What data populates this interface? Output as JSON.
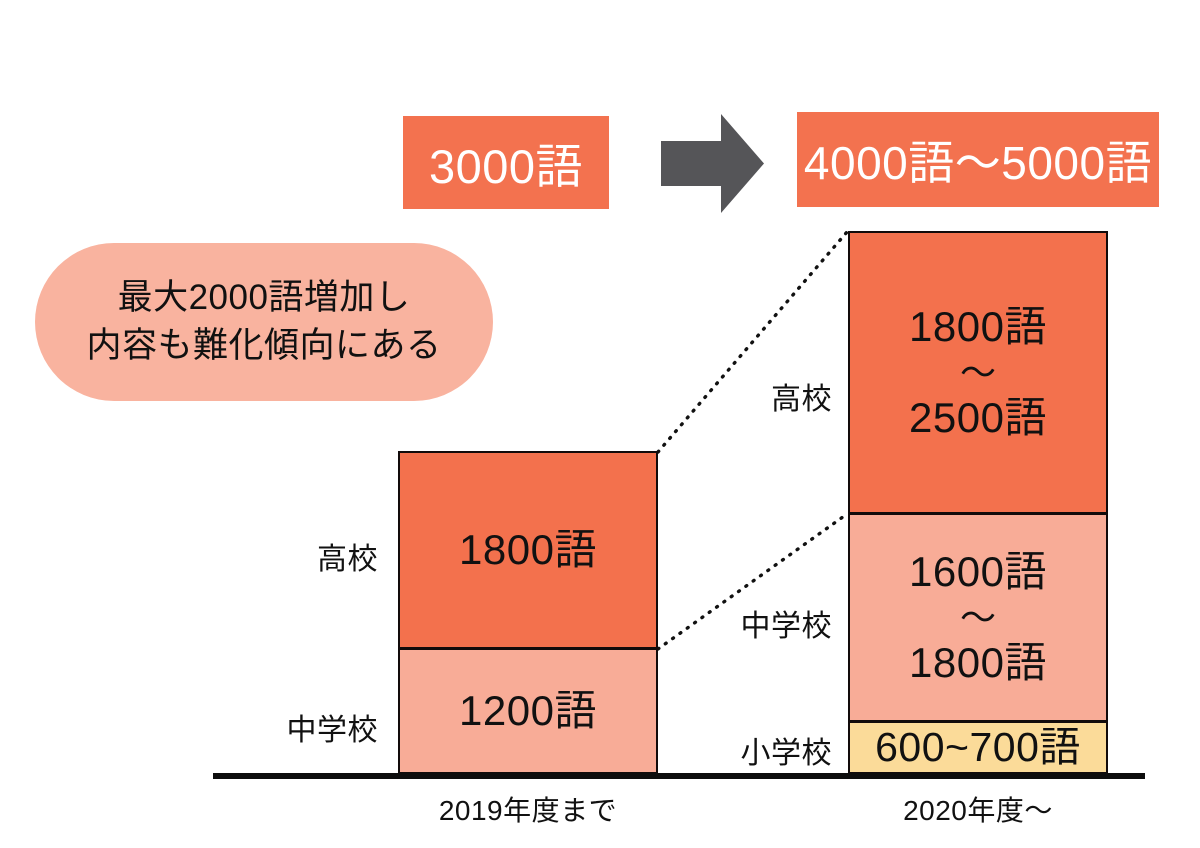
{
  "totals": {
    "before": {
      "label": "3000語",
      "color": "#F3724F"
    },
    "after": {
      "label": "4000語～5000語",
      "color": "#F3724F"
    },
    "arrow_icon": "arrow-right-icon",
    "arrow_color": "#555558"
  },
  "callout": {
    "line1": "最大2000語増加し",
    "line2": "内容も難化傾向にある",
    "color": "#F9B39F"
  },
  "columns": {
    "before": {
      "axis_label": "2019年度まで",
      "segments": [
        {
          "category": "高校",
          "value_line1": "1800語",
          "tilde": "",
          "value_line2": "",
          "color": "#F3714D"
        },
        {
          "category": "中学校",
          "value_line1": "1200語",
          "tilde": "",
          "value_line2": "",
          "color": "#F8AC97"
        }
      ]
    },
    "after": {
      "axis_label": "2020年度～",
      "segments": [
        {
          "category": "高校",
          "value_line1": "1800語",
          "tilde": "～",
          "value_line2": "2500語",
          "color": "#F3714D"
        },
        {
          "category": "中学校",
          "value_line1": "1600語",
          "tilde": "～",
          "value_line2": "1800語",
          "color": "#F8AC97"
        },
        {
          "category": "小学校",
          "value_line1": "600~700語",
          "tilde": "",
          "value_line2": "",
          "color": "#FBDB99"
        }
      ]
    }
  },
  "chart_data": {
    "type": "bar",
    "title": "",
    "categories": [
      "2019年度まで",
      "2020年度～"
    ],
    "stack_order": [
      "小学校",
      "中学校",
      "高校"
    ],
    "series": [
      {
        "name": "小学校",
        "values": [
          0,
          650
        ],
        "label_text": [
          "",
          "600~700語"
        ],
        "range": [
          null,
          [
            600,
            700
          ]
        ],
        "color": "#FBDB99"
      },
      {
        "name": "中学校",
        "values": [
          1200,
          1700
        ],
        "label_text": [
          "1200語",
          "1600語～1800語"
        ],
        "range": [
          [
            1200,
            1200
          ],
          [
            1600,
            1800
          ]
        ],
        "color": "#F8AC97"
      },
      {
        "name": "高校",
        "values": [
          1800,
          2150
        ],
        "label_text": [
          "1800語",
          "1800語～2500語"
        ],
        "range": [
          [
            1800,
            1800
          ],
          [
            1800,
            2500
          ]
        ],
        "color": "#F3714D"
      }
    ],
    "totals": [
      "3000語",
      "4000語～5000語"
    ],
    "xlabel": "",
    "ylabel": "",
    "grid": false,
    "legend": "none"
  }
}
